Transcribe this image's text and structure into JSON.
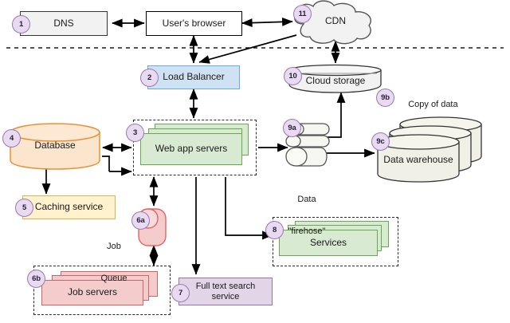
{
  "diagram": {
    "title": "System design architecture diagram",
    "divider": {
      "name": "client-server-boundary",
      "style": "dashed-horizontal"
    }
  },
  "colors": {
    "dns_fill": "#f2f2f2",
    "dns_stroke": "#333333",
    "browser_fill": "#ffffff",
    "browser_stroke": "#000000",
    "load_balancer_fill": "#cfe2f3",
    "load_balancer_stroke": "#6fa8dc",
    "web_app_fill": "#d9ead3",
    "web_app_stroke": "#6aa84f",
    "database_fill": "#fce5cd",
    "database_stroke": "#e69138",
    "caching_fill": "#fff2cc",
    "caching_stroke": "#d6b656",
    "job_queue_fill": "#f4cccc",
    "job_queue_stroke": "#e06666",
    "job_servers_fill": "#f4cccc",
    "job_servers_stroke": "#cc6666",
    "search_fill": "#e1d5e7",
    "search_stroke": "#9673a6",
    "services_fill": "#d9ead3",
    "services_stroke": "#6aa84f",
    "firehose_fill": "#f5f5f0",
    "firehose_stroke": "#666666",
    "warehouse_fill": "#f0f0e6",
    "warehouse_stroke": "#333333",
    "cloud_storage_fill": "#f2f2f2",
    "cloud_storage_stroke": "#333333",
    "cdn_fill": "#f2f2f2",
    "cdn_stroke": "#555555",
    "badge_fill": "#e8daf0",
    "badge_stroke": "#9a79b5",
    "arrow": "#000000"
  },
  "nodes": [
    {
      "id": "dns",
      "badge": "1",
      "label": "DNS",
      "shape": "rect"
    },
    {
      "id": "browser",
      "badge": "",
      "label": "User's browser",
      "shape": "rect"
    },
    {
      "id": "cdn",
      "badge": "11",
      "label": "CDN",
      "shape": "cloud"
    },
    {
      "id": "load_balancer",
      "badge": "2",
      "label": "Load Balancer",
      "shape": "rect"
    },
    {
      "id": "cloud_storage",
      "badge": "10",
      "label": "Cloud storage",
      "shape": "cylinder-flat"
    },
    {
      "id": "database",
      "badge": "4",
      "label": "Database",
      "shape": "cylinder"
    },
    {
      "id": "web_app",
      "badge": "3",
      "label": "Web app servers",
      "shape": "stack-rect"
    },
    {
      "id": "firehose",
      "badge": "9a",
      "label": "Data\n\"firehose\"",
      "shape": "stack-tube"
    },
    {
      "id": "warehouse",
      "badge": "9c",
      "label": "Data warehouse",
      "shape": "stack-cylinder"
    },
    {
      "id": "caching",
      "badge": "5",
      "label": "Caching service",
      "shape": "rect"
    },
    {
      "id": "job_queue",
      "badge": "6a",
      "label": "Job\nQueue",
      "shape": "pill"
    },
    {
      "id": "job_servers",
      "badge": "6b",
      "label": "Job servers",
      "shape": "stack-rect"
    },
    {
      "id": "search",
      "badge": "7",
      "label": "Full text search\nservice",
      "shape": "rect"
    },
    {
      "id": "services",
      "badge": "8",
      "label": "Services",
      "shape": "stack-rect"
    }
  ],
  "labels": {
    "copy_of_data": "Copy of data",
    "copy_of_data_badge": "9b",
    "job_queue_caption": "Job\nQueue",
    "firehose_caption_line1": "Data",
    "firehose_caption_line2": "\"firehose\""
  },
  "text": {
    "dns": "DNS",
    "browser": "User's browser",
    "cdn": "CDN",
    "load_balancer": "Load Balancer",
    "cloud_storage": "Cloud storage",
    "database": "Database",
    "web_app": "Web app servers",
    "warehouse": "Data warehouse",
    "caching": "Caching service",
    "job_servers": "Job servers",
    "search_line1": "Full text search",
    "search_line2": "service",
    "services": "Services",
    "job_queue_line1": "Job",
    "job_queue_line2": "Queue",
    "firehose_line1": "Data",
    "firehose_line2": "\"firehose\"",
    "copy_of_data": "Copy of data"
  },
  "badges": {
    "dns": "1",
    "load_balancer": "2",
    "web_app": "3",
    "database": "4",
    "caching": "5",
    "job_queue": "6a",
    "job_servers": "6b",
    "search": "7",
    "services": "8",
    "firehose": "9a",
    "copy_of_data": "9b",
    "warehouse": "9c",
    "cloud_storage": "10",
    "cdn": "11"
  },
  "connections": [
    {
      "from": "dns",
      "to": "browser",
      "arrows": "both"
    },
    {
      "from": "browser",
      "to": "cdn",
      "arrows": "both"
    },
    {
      "from": "browser",
      "to": "load_balancer",
      "arrows": "both"
    },
    {
      "from": "cdn",
      "to": "load_balancer",
      "arrows": "one"
    },
    {
      "from": "cdn",
      "to": "cloud_storage",
      "arrows": "both"
    },
    {
      "from": "load_balancer",
      "to": "web_app",
      "arrows": "both"
    },
    {
      "from": "database",
      "to": "web_app",
      "arrows": "both"
    },
    {
      "from": "database",
      "to": "caching",
      "arrows": "one"
    },
    {
      "from": "caching",
      "to": "web_app",
      "arrows": "one"
    },
    {
      "from": "web_app",
      "to": "job_queue",
      "arrows": "both"
    },
    {
      "from": "job_queue",
      "to": "job_servers",
      "arrows": "both"
    },
    {
      "from": "web_app",
      "to": "firehose",
      "arrows": "one"
    },
    {
      "from": "firehose",
      "to": "warehouse",
      "arrows": "one"
    },
    {
      "from": "firehose",
      "to": "cloud_storage",
      "arrows": "one"
    },
    {
      "from": "web_app",
      "to": "search",
      "arrows": "one"
    },
    {
      "from": "web_app",
      "to": "services",
      "arrows": "one"
    }
  ]
}
